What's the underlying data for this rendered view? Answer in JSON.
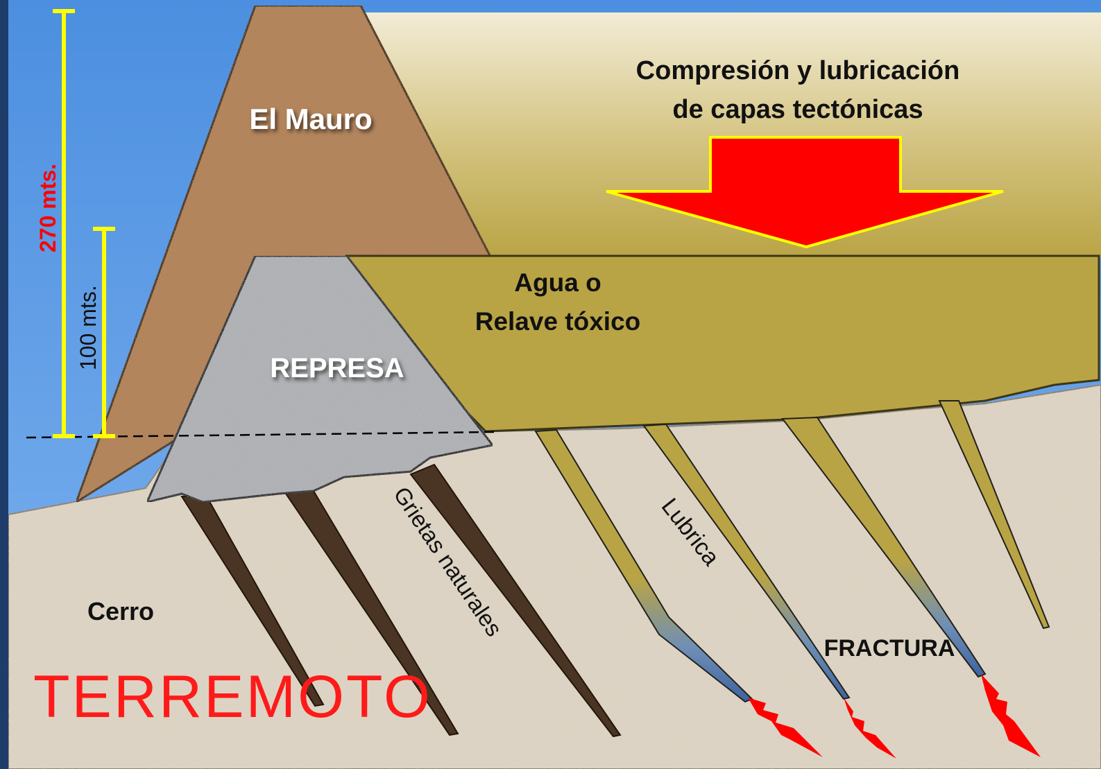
{
  "labels": {
    "dam_main": "El Mauro",
    "dam_small": "REPRESA",
    "water_line1": "Agua o",
    "water_line2": "Relave tóxico",
    "compression_line1": "Compresión y lubricación",
    "compression_line2": "de capas tectónicas",
    "hill": "Cerro",
    "cracks": "Grietas naturales",
    "lubricates": "Lubrica",
    "fracture": "FRACTURA",
    "earthquake": "TERREMOTO"
  },
  "measurements": {
    "tall": "270 mts.",
    "short": "100 mts."
  },
  "colors": {
    "sky": "#5b9be0",
    "tailings": "#b9a445",
    "ground": "#ddd3c3",
    "dam_brown": "#b3835a",
    "dam_gray": "#b3b5b8",
    "arrow_red": "#ff0000",
    "arrow_outline": "#ffff00",
    "measure_yellow": "#ffff00",
    "earthquake_red": "#ff0000",
    "crack_dark": "#4a3423",
    "water_blue": "#5f86bd"
  }
}
